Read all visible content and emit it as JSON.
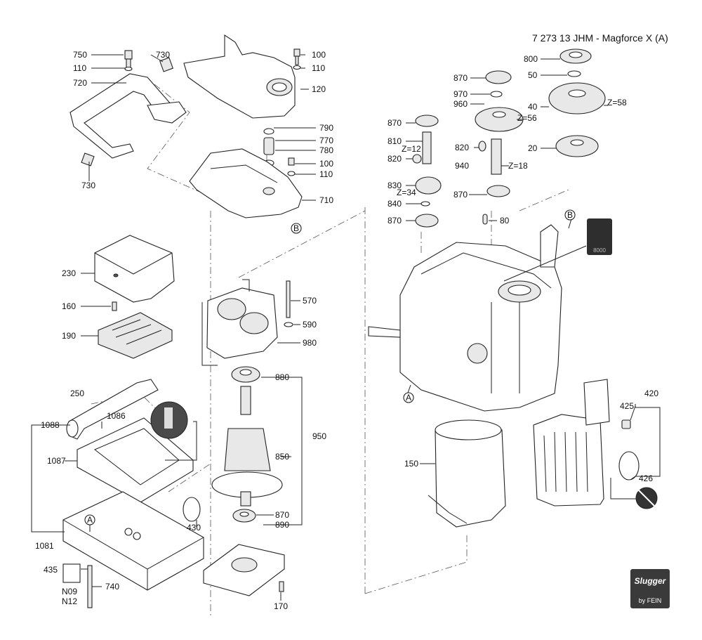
{
  "title": "7 273 13 JHM - Magforce X (A)",
  "logo": {
    "brand": "Slugger",
    "by": "by FEIN"
  },
  "badge": {
    "text": "8000"
  },
  "gear_labels": {
    "z58": "Z=58",
    "z56": "Z=56",
    "z12": "Z=12",
    "z18": "Z=18",
    "z34": "Z=34"
  },
  "ref_markers": {
    "b1": "B",
    "b2": "B",
    "a1": "A",
    "a2": "A"
  },
  "labels": {
    "750": "750",
    "730a": "730",
    "110a": "110",
    "720": "720",
    "730b": "730",
    "100a": "100",
    "110b": "110",
    "120": "120",
    "790": "790",
    "770": "770",
    "780": "780",
    "100b": "100",
    "110c": "110",
    "710": "710",
    "230": "230",
    "160": "160",
    "190": "190",
    "570": "570",
    "590": "590",
    "980": "980",
    "880": "880",
    "850": "850",
    "950": "950",
    "870a": "870",
    "890": "890",
    "170": "170",
    "250": "250",
    "1088": "1088",
    "1086": "1086",
    "1087": "1087",
    "1081": "1081",
    "430": "430",
    "435": "435",
    "740": "740",
    "n09": "N09",
    "n12": "N12",
    "800": "800",
    "50": "50",
    "870b": "870",
    "970": "970",
    "960": "960",
    "40": "40",
    "870c": "870",
    "810": "810",
    "820a": "820",
    "820b": "820",
    "20": "20",
    "940": "940",
    "830": "830",
    "870d": "870",
    "840": "840",
    "870e": "870",
    "80": "80",
    "150": "150",
    "420": "420",
    "425": "425",
    "426": "426"
  }
}
